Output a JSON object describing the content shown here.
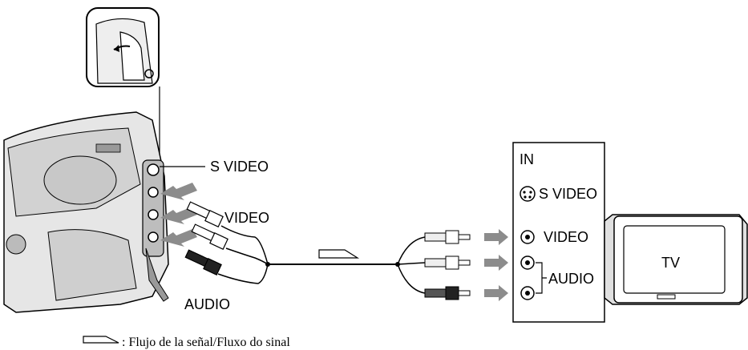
{
  "camera": {
    "svideo_label": "S VIDEO",
    "video_label": "VIDEO",
    "audio_label": "AUDIO"
  },
  "panel": {
    "title": "IN",
    "svideo_label": "S VIDEO",
    "video_label": "VIDEO",
    "audio_label": "AUDIO"
  },
  "tv": {
    "label": "TV"
  },
  "legend": {
    "text": ": Flujo de la señal/Fluxo do sinal"
  },
  "colors": {
    "arrow": "#8c8c8c",
    "line": "#000000",
    "plug_red": "#222222",
    "plug_white": "#ffffff"
  }
}
